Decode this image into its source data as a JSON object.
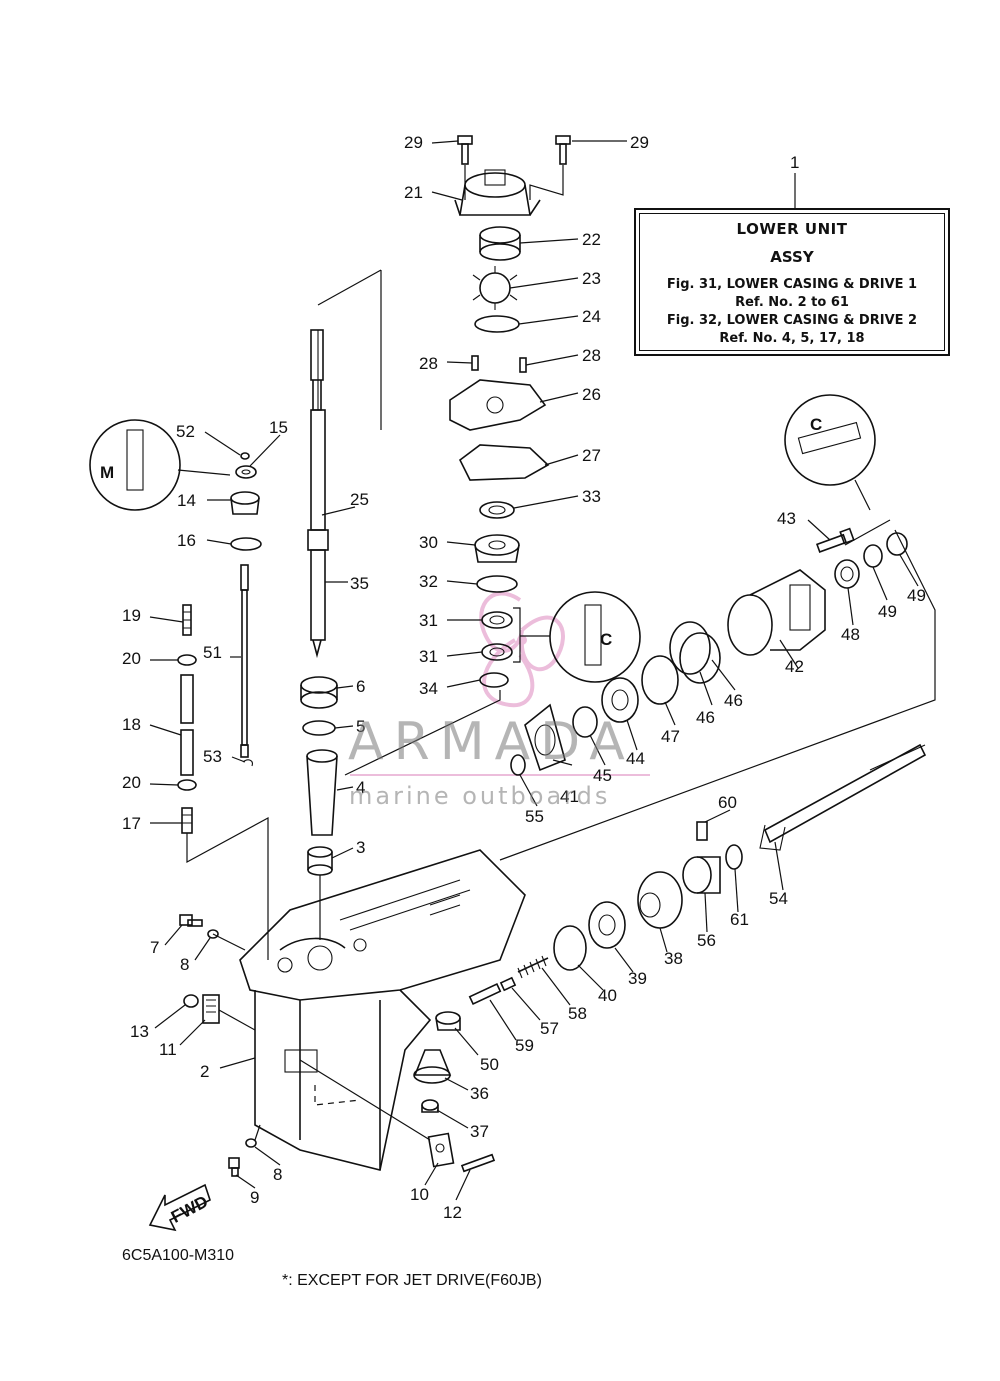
{
  "assembly_box": {
    "number": "1",
    "title": "LOWER UNIT",
    "subtitle": "ASSY",
    "ref1": "Fig. 31, LOWER CASING & DRIVE 1",
    "ref1_sub": "Ref. No. 2 to 61",
    "ref2": "Fig. 32, LOWER CASING & DRIVE 2",
    "ref2_sub": "Ref. No. 4, 5, 17, 18"
  },
  "diagram_code": "6C5A100-M310",
  "footnote": "*: EXCEPT FOR JET DRIVE(F60JB)",
  "fwd_label": "FWD",
  "watermark": {
    "brand": "ARMADA",
    "tagline": "marine outboards",
    "color": "#e0a0c8"
  },
  "callouts": {
    "c2": "2",
    "c3": "3",
    "c4": "4",
    "c5": "5",
    "c6": "6",
    "c7": "7",
    "c8a": "8",
    "c8b": "8",
    "c9": "9",
    "c10": "10",
    "c11": "11",
    "c12": "12",
    "c13": "13",
    "c14": "14",
    "c15": "15",
    "c16": "16",
    "c17": "17",
    "c18": "18",
    "c19": "19",
    "c20a": "20",
    "c20b": "20",
    "c21": "21",
    "c22": "22",
    "c23": "23",
    "c24": "24",
    "c25": "25",
    "c26": "26",
    "c27": "27",
    "c28a": "28",
    "c28b": "28",
    "c29a": "29",
    "c29b": "29",
    "c30": "30",
    "c31a": "31",
    "c31b": "31",
    "c32": "32",
    "c33": "33",
    "c34": "34",
    "c35": "35",
    "c36": "36",
    "c37": "37",
    "c38": "38",
    "c39": "39",
    "c40": "40",
    "c41": "41",
    "c42": "42",
    "c43": "43",
    "c44": "44",
    "c45": "45",
    "c46a": "46",
    "c46b": "46",
    "c47": "47",
    "c48": "48",
    "c49a": "49",
    "c49b": "49",
    "c50": "50",
    "c51": "51",
    "c52": "52",
    "c53": "53",
    "c54": "54",
    "c55": "55",
    "c56": "56",
    "c57": "57",
    "c58": "58",
    "c59": "59",
    "c60": "60",
    "c61": "61"
  }
}
